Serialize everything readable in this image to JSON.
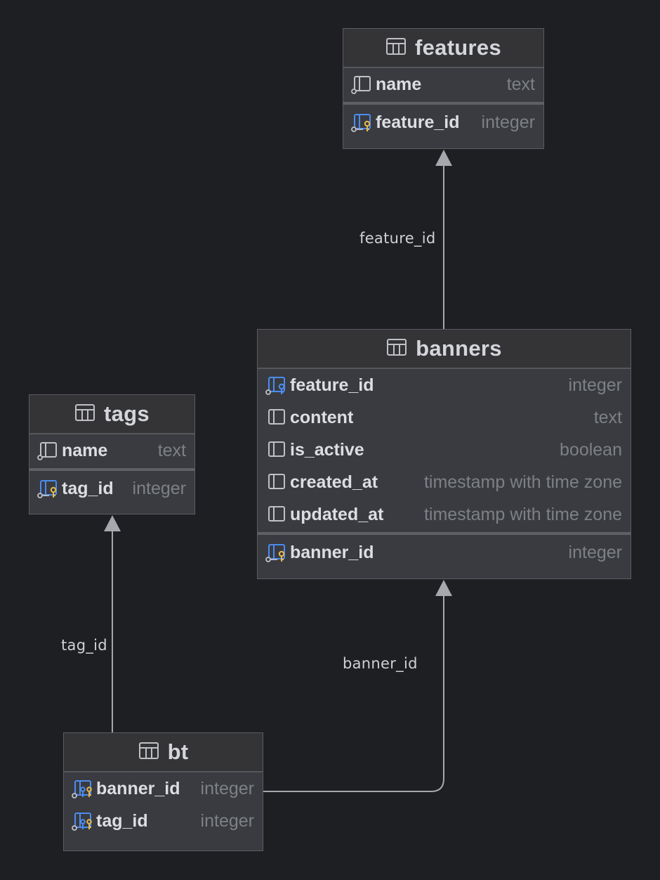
{
  "tables": {
    "features": {
      "title": "features",
      "columns": [
        {
          "name": "name",
          "type": "text",
          "icon": "column-icon"
        },
        {
          "name": "feature_id",
          "type": "integer",
          "icon": "primary-key-icon"
        }
      ]
    },
    "banners": {
      "title": "banners",
      "columns": [
        {
          "name": "feature_id",
          "type": "integer",
          "icon": "foreign-key-icon"
        },
        {
          "name": "content",
          "type": "text",
          "icon": "column-icon"
        },
        {
          "name": "is_active",
          "type": "boolean",
          "icon": "column-icon"
        },
        {
          "name": "created_at",
          "type": "timestamp with time zone",
          "icon": "column-icon"
        },
        {
          "name": "updated_at",
          "type": "timestamp with time zone",
          "icon": "column-icon"
        },
        {
          "name": "banner_id",
          "type": "integer",
          "icon": "primary-key-icon"
        }
      ]
    },
    "tags": {
      "title": "tags",
      "columns": [
        {
          "name": "name",
          "type": "text",
          "icon": "column-icon"
        },
        {
          "name": "tag_id",
          "type": "integer",
          "icon": "primary-key-icon"
        }
      ]
    },
    "bt": {
      "title": "bt",
      "columns": [
        {
          "name": "banner_id",
          "type": "integer",
          "icon": "primary-foreign-key-icon"
        },
        {
          "name": "tag_id",
          "type": "integer",
          "icon": "primary-foreign-key-icon"
        }
      ]
    }
  },
  "relations": [
    {
      "label": "feature_id",
      "from": "banners",
      "to": "features"
    },
    {
      "label": "tag_id",
      "from": "bt",
      "to": "tags"
    },
    {
      "label": "banner_id",
      "from": "bt",
      "to": "banners"
    }
  ],
  "colors": {
    "background": "#1e1f22",
    "table_body": "#393b40",
    "table_header": "#343437",
    "key_gold": "#e7b94a",
    "fk_blue": "#4c8cf0",
    "connector": "#a6a8ad"
  }
}
